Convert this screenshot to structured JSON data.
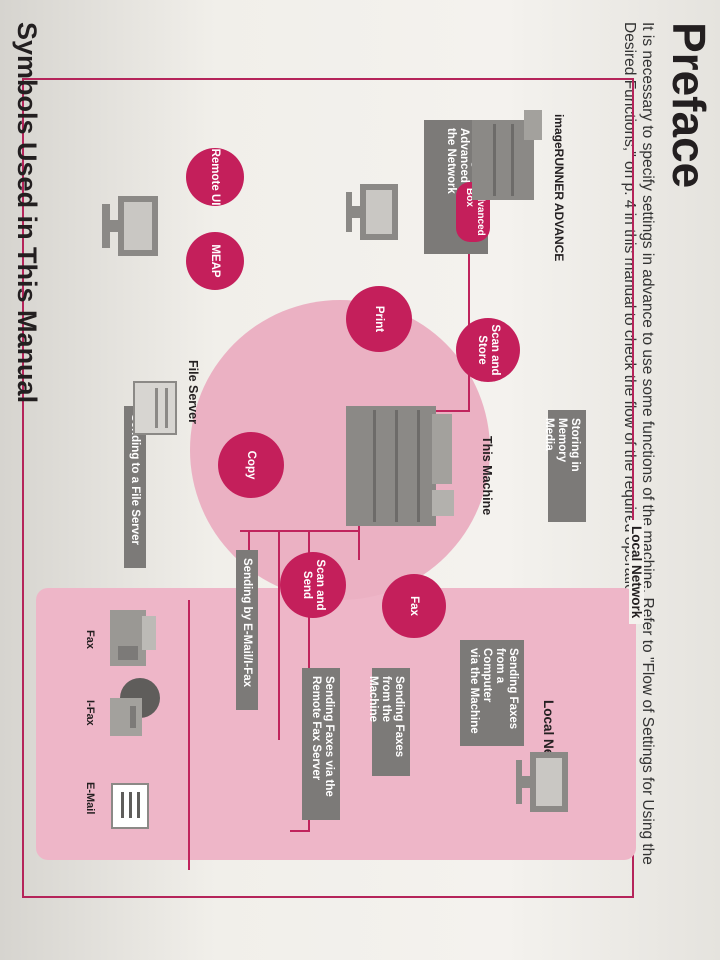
{
  "page": {
    "title": "Preface",
    "intro": "It is necessary to specify settings in advance to use some functions of the machine. Refer to \"Flow of Settings for Using the Desired Functions,\" on p. 4 in this manual to check the flow of the required operations.",
    "section_heading": "Symbols Used in This Manual"
  },
  "diagram": {
    "local_network_top": "Local Network",
    "local_network_right": "Local Network",
    "this_machine": "This Machine",
    "irav_label": "imageRUNNER ADVANCE",
    "file_server_label": "File Server",
    "advanced_box": "Advanced\nBox",
    "boxes": {
      "storing_advanced_box": "Storing in an\nAdvanced Box on\nthe Network",
      "storing_memory": "Storing in Memory\nMedia",
      "sending_file_server": "Sending to a File Server",
      "sending_email": "Sending by E-Mail/I-Fax",
      "sending_fax_server": "Sending Faxes via the\nRemote Fax Server",
      "sending_fax_machine": "Sending Faxes\nfrom the Machine",
      "sending_fax_computer": "Sending Faxes\nfrom a Computer\nvia the Machine"
    },
    "circles": {
      "remote_ui": "Remote UI",
      "meap": "MEAP",
      "print": "Print",
      "scan_store": "Scan and\nStore",
      "copy": "Copy",
      "scan_send": "Scan and\nSend",
      "fax": "Fax"
    },
    "devices": {
      "fax": "Fax",
      "ifax": "I-Fax",
      "email": "E-Mail"
    }
  },
  "colors": {
    "accent": "#c41f5b",
    "frame": "#b5245a",
    "box": "#7c7a78",
    "zone": "#eeb6c8"
  }
}
